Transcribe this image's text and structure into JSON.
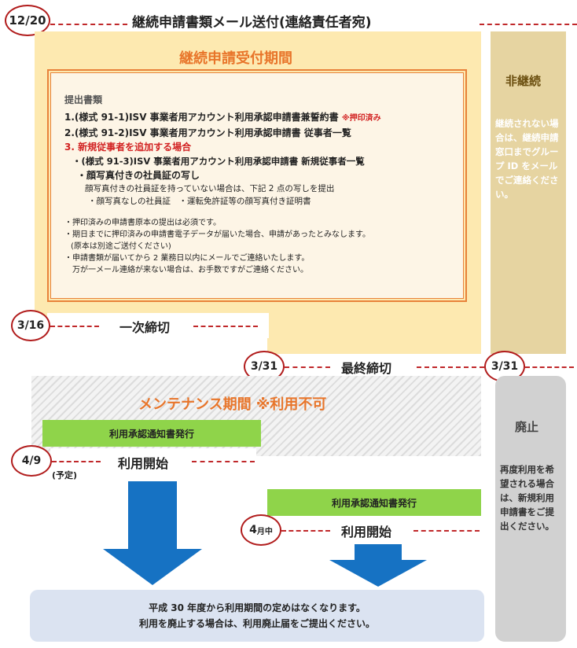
{
  "top": {
    "date": "12/20",
    "title": "継続申請書類メール送付(連絡責任者宛)"
  },
  "application_period": {
    "title": "継続申請受付期間",
    "heading": "提出書類",
    "item1": "1.(様式 91-1)ISV 事業者用アカウント利用承認申請書兼誓約書",
    "item1_note": "※押印済み",
    "item2": "2.(様式 91-2)ISV 事業者用アカウント利用承認申請書 従事者一覧",
    "item3": "3. 新規従事者を追加する場合",
    "item3_sub1": "・(様式 91-3)ISV 事業者用アカウント利用承認申請書 新規従事者一覧",
    "item3_sub2": "・顔写真付きの社員証の写し",
    "item3_sub3": "顔写真付きの社員証を持っていない場合は、下記 2 点の写しを提出",
    "item3_sub4": "・顔写真なしの社員証　・運転免許証等の顔写真付き証明書",
    "note1": "・押印済みの申請書原本の提出は必須です。",
    "note2": "・期日までに押印済みの申請書電子データが届いた場合、申請があったとみなします。",
    "note3": "(原本は別途ご送付ください)",
    "note4": "・申請書類が届いてから 2 業務日以内にメールでご連絡いたします。",
    "note5": "万が一メール連絡が来ない場合は、お手数ですがご連絡ください。"
  },
  "non_continuation": {
    "title": "非継続",
    "text": "継続されない場合は、継続申請窓口までグループ ID をメールでご連絡ください。"
  },
  "first_deadline": {
    "date": "3/16",
    "label": "一次締切"
  },
  "final_deadline": {
    "date": "3/31",
    "label": "最終締切"
  },
  "right_date": {
    "date": "3/31"
  },
  "maintenance": {
    "title": "メンテナンス期間 ※利用不可"
  },
  "notice1": {
    "label": "利用承認通知書発行"
  },
  "start1": {
    "date": "4/9",
    "label": "利用開始",
    "note": "(予定)"
  },
  "notice2": {
    "label": "利用承認通知書発行"
  },
  "start2": {
    "date_main": "4",
    "date_suffix": "月中",
    "label": "利用開始"
  },
  "abolish": {
    "title": "廃止",
    "text": "再度利用を希望される場合は、新規利用申請書をご提出ください。"
  },
  "bottom": {
    "line1": "平成 30 年度から利用期間の定めはなくなります。",
    "line2": "利用を廃止する場合は、利用廃止届をご提出ください。"
  }
}
